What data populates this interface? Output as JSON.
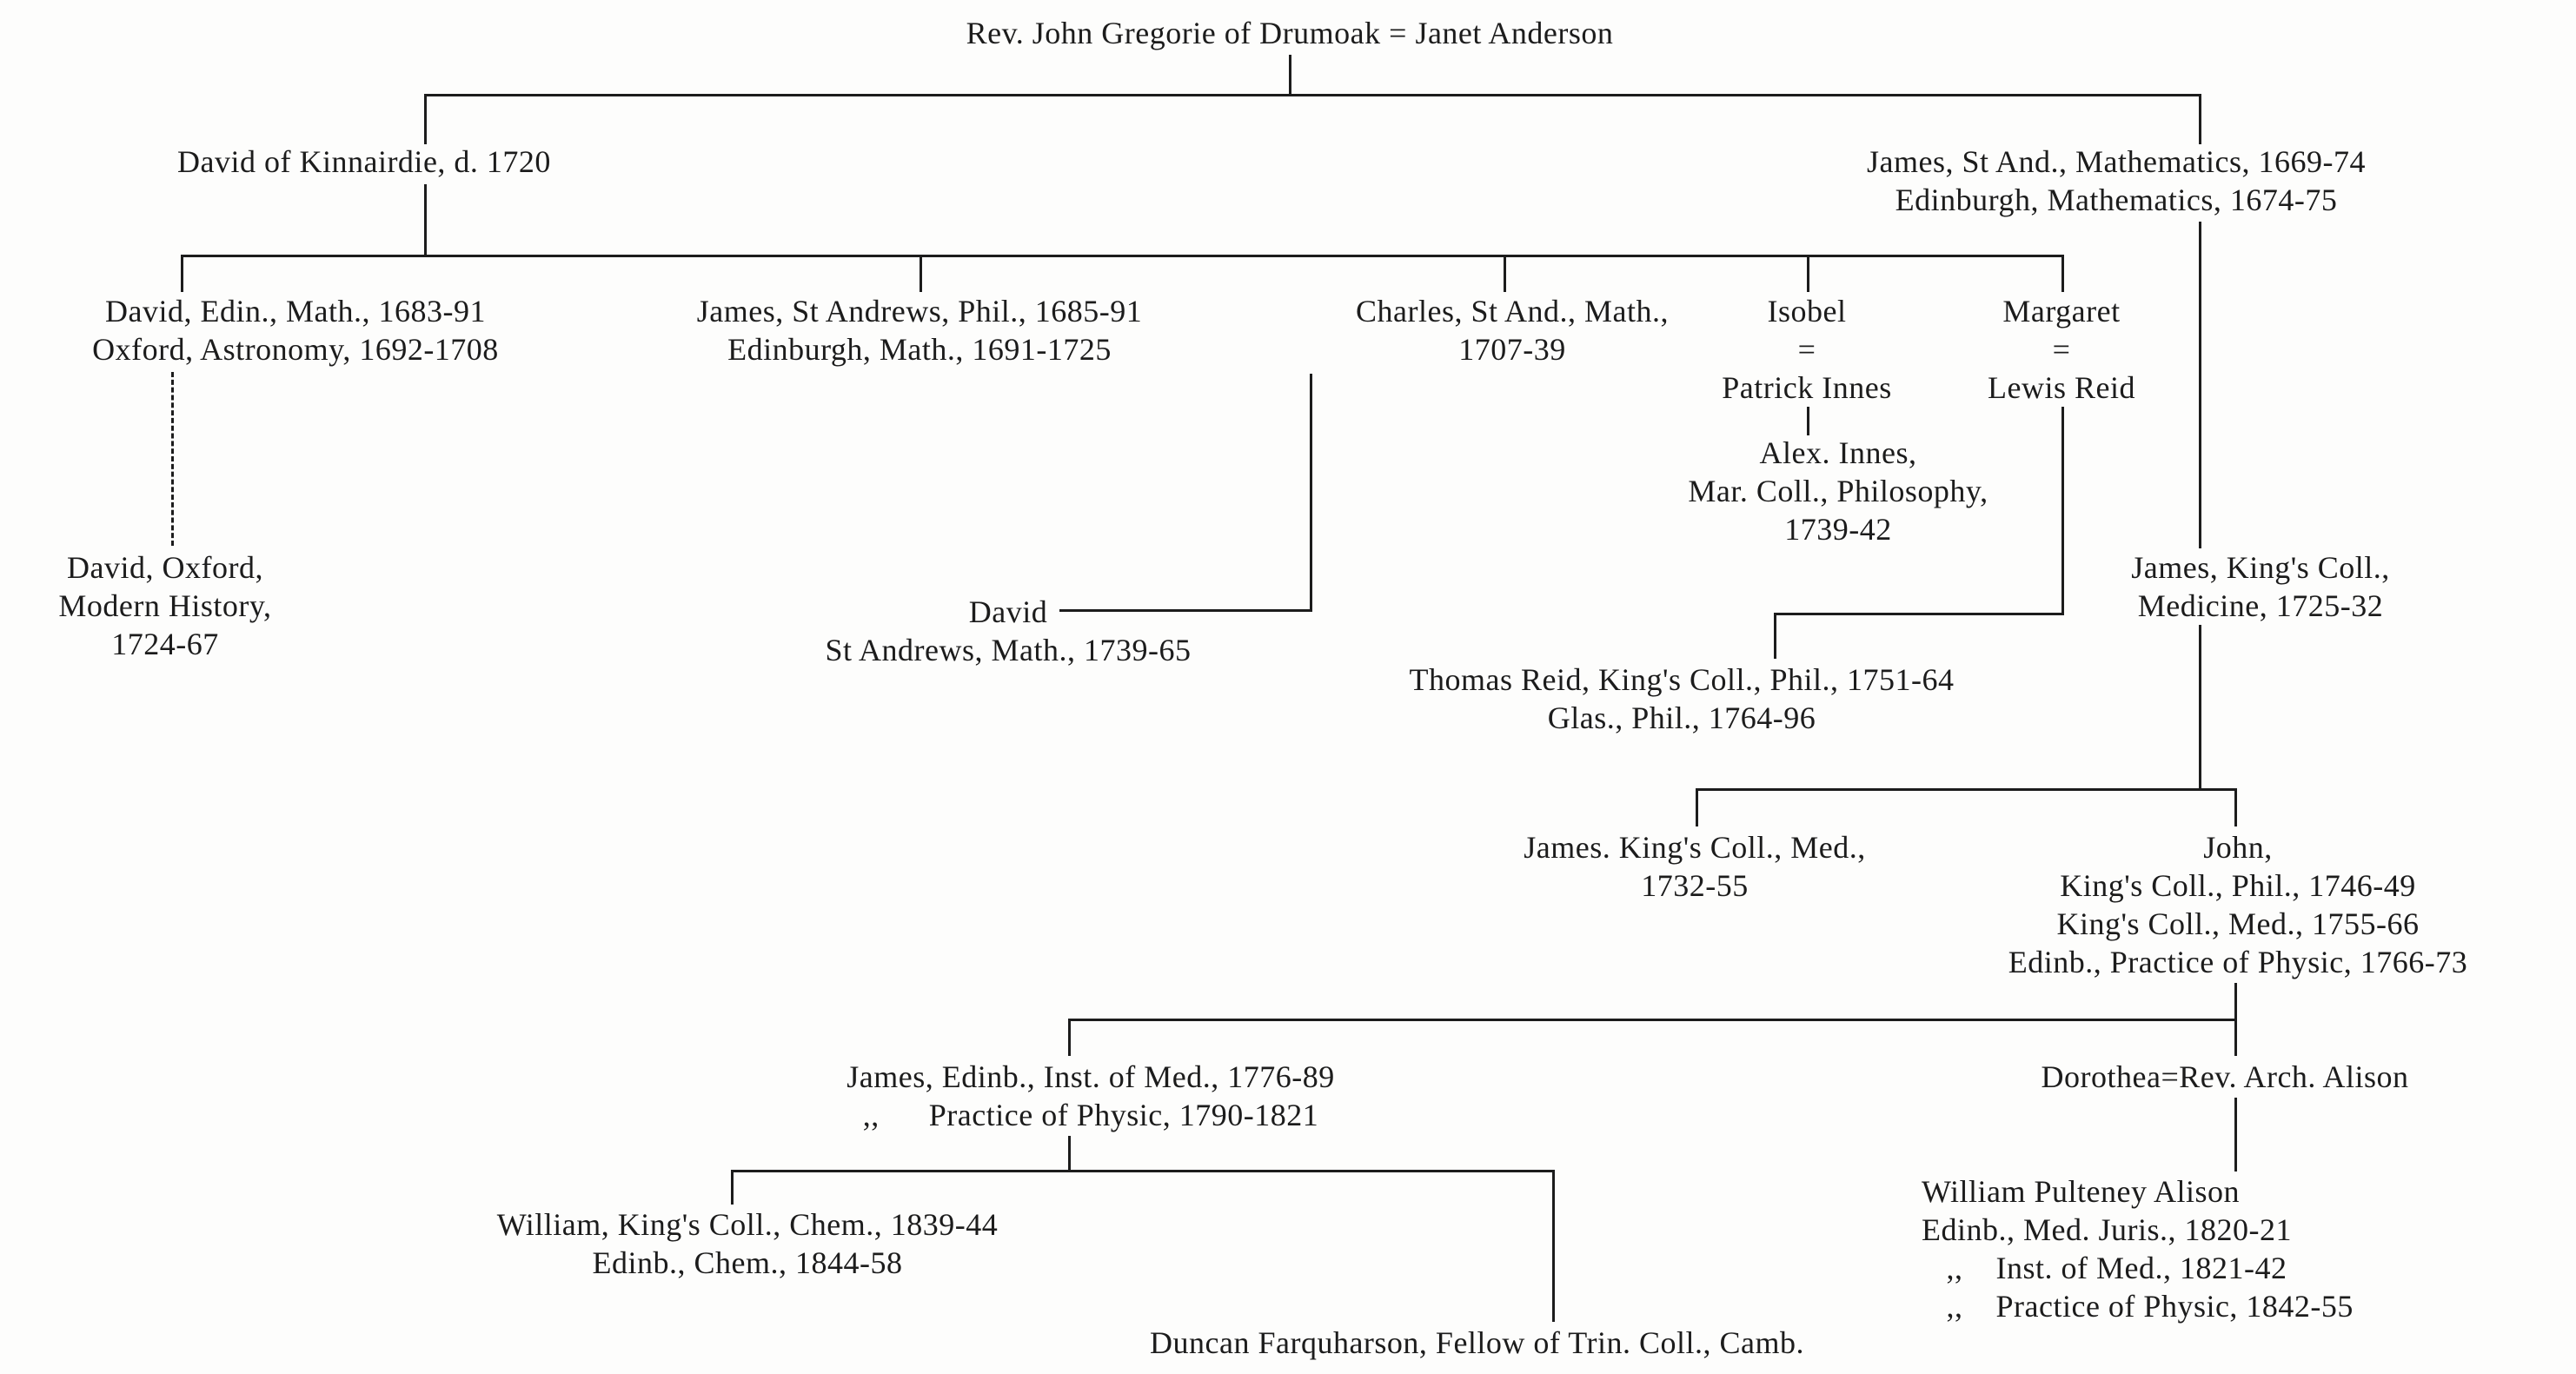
{
  "diagram": {
    "type": "genealogical-tree",
    "title": "Gregory family academic genealogy",
    "colors": {
      "ink": "#1c1c1c",
      "paper": "#fdfdfc"
    },
    "nodes": {
      "root": {
        "lines": [
          "Rev. John Gregorie of Drumoak = Janet Anderson"
        ]
      },
      "david_kinnairdie": {
        "lines": [
          "David of Kinnairdie, d. 1720"
        ]
      },
      "james_st_and": {
        "lines": [
          "James, St And., Mathematics, 1669-74",
          "Edinburgh, Mathematics, 1674-75"
        ]
      },
      "david_edin": {
        "lines": [
          "David, Edin., Math., 1683-91",
          "Oxford, Astronomy, 1692-1708"
        ]
      },
      "james_st_andrews": {
        "lines": [
          "James, St Andrews, Phil., 1685-91",
          "Edinburgh, Math., 1691-1725"
        ]
      },
      "charles": {
        "lines": [
          "Charles, St And., Math.,",
          "1707-39"
        ]
      },
      "isobel": {
        "lines": [
          "Isobel",
          "=",
          "Patrick Innes"
        ]
      },
      "margaret": {
        "lines": [
          "Margaret",
          "=",
          "Lewis Reid"
        ]
      },
      "david_oxford": {
        "lines": [
          "David, Oxford,",
          "Modern History,",
          "1724-67"
        ]
      },
      "david_st_andrews": {
        "lines": [
          "David",
          "St Andrews, Math., 1739-65"
        ]
      },
      "alex_innes": {
        "lines": [
          "Alex. Innes,",
          "Mar. Coll., Philosophy,",
          "1739-42"
        ]
      },
      "james_kings_medicine": {
        "lines": [
          "James, King's Coll.,",
          "Medicine, 1725-32"
        ]
      },
      "thomas_reid": {
        "lines": [
          "Thomas Reid, King's Coll., Phil., 1751-64",
          "Glas., Phil., 1764-96"
        ]
      },
      "james_kings_med": {
        "lines": [
          "James. King's Coll., Med.,",
          "1732-55"
        ]
      },
      "john": {
        "lines": [
          "John,",
          "King's Coll., Phil., 1746-49",
          "King's Coll., Med., 1755-66",
          "Edinb., Practice of Physic, 1766-73"
        ]
      },
      "james_edinb": {
        "lines": [
          "James, Edinb., Inst. of Med., 1776-89",
          ",,      Practice of Physic, 1790-1821"
        ]
      },
      "dorothea": {
        "lines": [
          "Dorothea=Rev. Arch. Alison"
        ]
      },
      "william_pulteney": {
        "lines": [
          "William Pulteney Alison",
          "Edinb., Med. Juris., 1820-21",
          "   ,,    Inst. of Med., 1821-42",
          "   ,,    Practice of Physic, 1842-55"
        ]
      },
      "william_kings": {
        "lines": [
          "William, King's Coll., Chem., 1839-44",
          "Edinb., Chem., 1844-58"
        ]
      },
      "duncan": {
        "lines": [
          "Duncan Farquharson, Fellow of Trin. Coll., Camb."
        ]
      }
    }
  }
}
